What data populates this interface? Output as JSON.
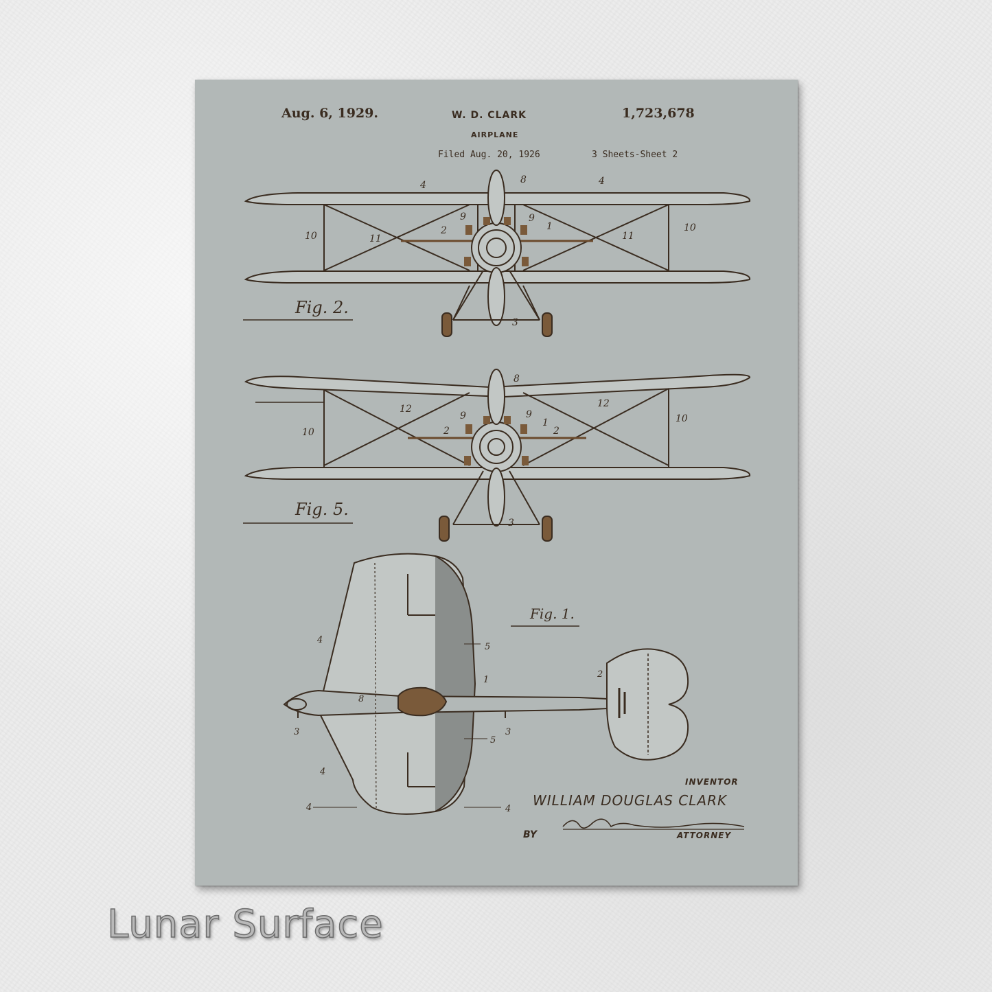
{
  "header": {
    "date": "Aug. 6, 1929.",
    "inventor": "W. D. CLARK",
    "patent_number": "1,723,678",
    "title": "AIRPLANE",
    "filed": "Filed Aug. 20, 1926",
    "sheets": "3 Sheets-Sheet  2"
  },
  "figures": {
    "fig2": "Fig. 2.",
    "fig5": "Fig. 5.",
    "fig1": "Fig. 1."
  },
  "signature": {
    "inventor_label": "INVENTOR",
    "inventor_name": "WILLIAM DOUGLAS CLARK",
    "by": "BY",
    "attorney_signature": "Robert A. Lavender",
    "attorney_label": "ATTORNEY"
  },
  "caption": "Lunar Surface",
  "colors": {
    "panel": "#b2b8b7",
    "ink": "#3a2c20",
    "wood": "#7a5a3a",
    "background": "#ececec"
  }
}
